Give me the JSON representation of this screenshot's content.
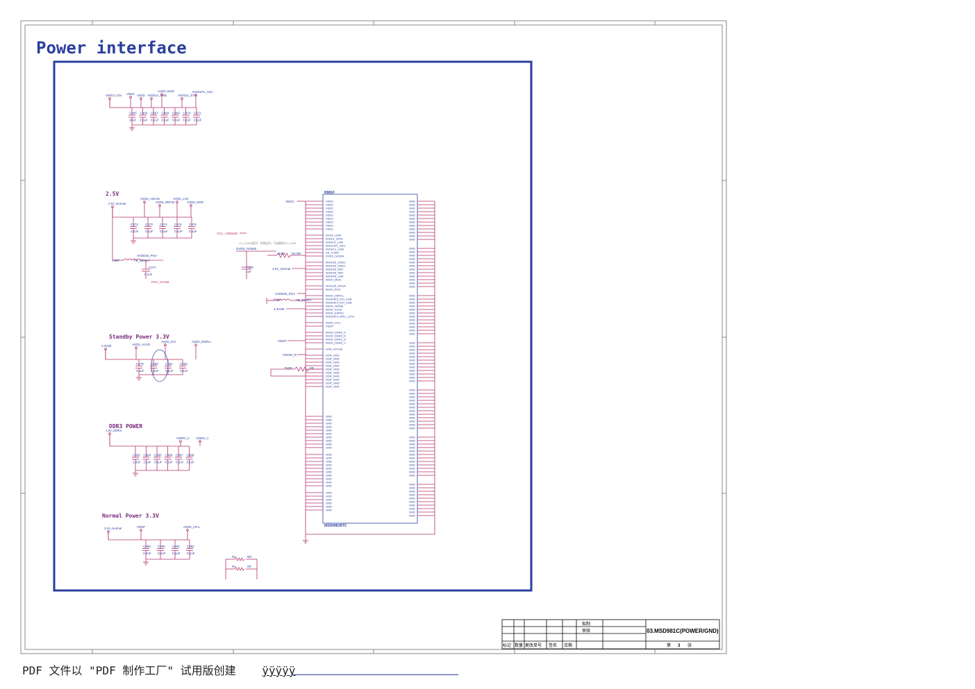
{
  "sheet": {
    "title": "Power interface",
    "chip_ref": "N981F",
    "chip_part": "MSD6981BTC"
  },
  "sections": {
    "s25": "2.5V",
    "standby": "Standby Power 3.3V",
    "ddr3": "DDR3 POWER",
    "normal": "Normal Power 3.3V"
  },
  "nets": {
    "top": [
      "VDDC1.10V",
      "VDDC",
      "AVDD",
      "AVDD_MOD",
      "AVDDLV_USB",
      "AVDD11_ETH",
      "AVDD1P1_ADC"
    ],
    "s25": [
      "2.5V_Normal",
      "AVDD_ADC25",
      "AVDD_REF25",
      "AVDD_LAN",
      "AVDD_MOD",
      "AVDD25_PGA",
      "PGA_VCOM"
    ],
    "standby": [
      "3.3Vstb",
      "AVDD_ALIVE",
      "AVDD_DVI",
      "AVDD_DMPLL"
    ],
    "ddr3": [
      "1.5V_DDR3",
      "VDDIO_0",
      "VDDIO_1"
    ],
    "normal": [
      "3.3V_Normal",
      "VDDP",
      "AVDD_LPLL"
    ],
    "chip_side": [
      "VDDC",
      "VCC_VSENSE",
      "DVDD_NODIE",
      "2.5V_Normal",
      "AVDD25_PGA",
      "3.3Vstb",
      "VDDP",
      "VDDIO_R"
    ]
  },
  "caps_top": [
    {
      "ref": "C465",
      "val": "10uF"
    },
    {
      "ref": "C466",
      "val": "0.1uF"
    },
    {
      "ref": "C467",
      "val": "0.1uF"
    },
    {
      "ref": "C468",
      "val": "0.1uF"
    },
    {
      "ref": "C469",
      "val": "0.1uF"
    },
    {
      "ref": "C470",
      "val": "0.1uF"
    },
    {
      "ref": "C471",
      "val": "0.1uF"
    }
  ],
  "caps_25": [
    {
      "ref": "C472",
      "val": "2.2uF"
    },
    {
      "ref": "C473",
      "val": "0.1uF"
    },
    {
      "ref": "C474",
      "val": "0.1uF"
    },
    {
      "ref": "C475",
      "val": "0.1uF"
    },
    {
      "ref": "C476",
      "val": "0.1uF"
    }
  ],
  "caps_standby": [
    {
      "ref": "C479",
      "val": "0.1uF"
    },
    {
      "ref": "C480",
      "val": "2.2uF"
    },
    {
      "ref": "C481",
      "val": "0.1uF"
    },
    {
      "ref": "C482",
      "val": "0.1uF"
    }
  ],
  "caps_ddr": [
    {
      "ref": "C483",
      "val": "2.2uF"
    },
    {
      "ref": "C484",
      "val": "2.2uF"
    },
    {
      "ref": "C485",
      "val": "0.1uF"
    },
    {
      "ref": "C486",
      "val": "0.1uF"
    },
    {
      "ref": "C487",
      "val": "0.1uF"
    },
    {
      "ref": "C488",
      "val": "0.1uF"
    }
  ],
  "caps_normal": [
    {
      "ref": "C489",
      "val": "2.2uF"
    },
    {
      "ref": "C490",
      "val": "0.1uF"
    },
    {
      "ref": "C491",
      "val": "0.1uF"
    },
    {
      "ref": "C492",
      "val": "0.1uF"
    }
  ],
  "other_parts": {
    "l597": "L597",
    "fb_val": "FB_600mA",
    "c477": "C477",
    "c477_val": "0.1uF",
    "c478": "C478",
    "c478_val": "1uF",
    "l598": "L598",
    "fb2": "FB_600mA",
    "r495": "R495",
    "r495_val": "NC/0R",
    "r408": "R408",
    "r408_val": "0R",
    "r2": "R2",
    "r2_val": "NR",
    "r1": "R1",
    "r1_val": "0R",
    "vsense_note": "VS_CORE要用厂 如果选项，可加删除VS_CORE"
  },
  "chip_pins_left": [
    "VDDC",
    "VDDC",
    "VDDC",
    "VDDC",
    "VDDC",
    "VDDC",
    "VDDC",
    "VDDC",
    "VDDC",
    "DVDD_DDR",
    "AVDDL_MOD",
    "AVDD11_LAN",
    "AVDD1P1_ADC",
    "AVDDLV_USB",
    "SS_CORE",
    "DVDD_NODIE",
    "AVDD25_DADC",
    "AVDD25_DADC",
    "AVDD25_REF",
    "AVDD25_REF",
    "AVDD25_LAN",
    "AVDD_MOD",
    "AVDD25_DPGA",
    "AVSS_PGA",
    "AVDD_DMPLL",
    "AVDD3P3_DVI_USB",
    "AVDD3P3_DVI_USB",
    "AVDD_NODIE",
    "AVDD_AU33",
    "AVDD_EAR33",
    "AVDD3P3_MPLL_ETH",
    "AVDD_LPLL",
    "VDDP",
    "AVDD_DDR0_D",
    "AVDD_DDR0_D",
    "AVDD_DDR1_D",
    "AVDD_DDR0_C",
    "GND_EFUSE",
    "DDR_GND",
    "DDR_GND",
    "DDR_GND",
    "DDR_GND",
    "DDR_GND",
    "DDR_GND",
    "DDR_GND",
    "DDR_GND",
    "DDR_GND",
    "DDR_GND"
  ],
  "title_block": {
    "draw": "拟制",
    "review": "审核",
    "doc_name": "03.MSD981C(POWER/GND)",
    "cols": [
      "标记",
      "数量",
      "更改单号",
      "签名",
      "日期"
    ],
    "sheet_prefix": "第",
    "sheet_no": "3",
    "sheet_suffix": "张"
  },
  "footer": {
    "text": "PDF 文件以 \"PDF 制作工厂\" 试用版创建",
    "link": "ÿÿÿÿÿ"
  },
  "colors": {
    "frame": "#2a3f9e",
    "wire": "#b0306a",
    "label": "#2a3f9e",
    "section_title": "#7a2a7a"
  }
}
